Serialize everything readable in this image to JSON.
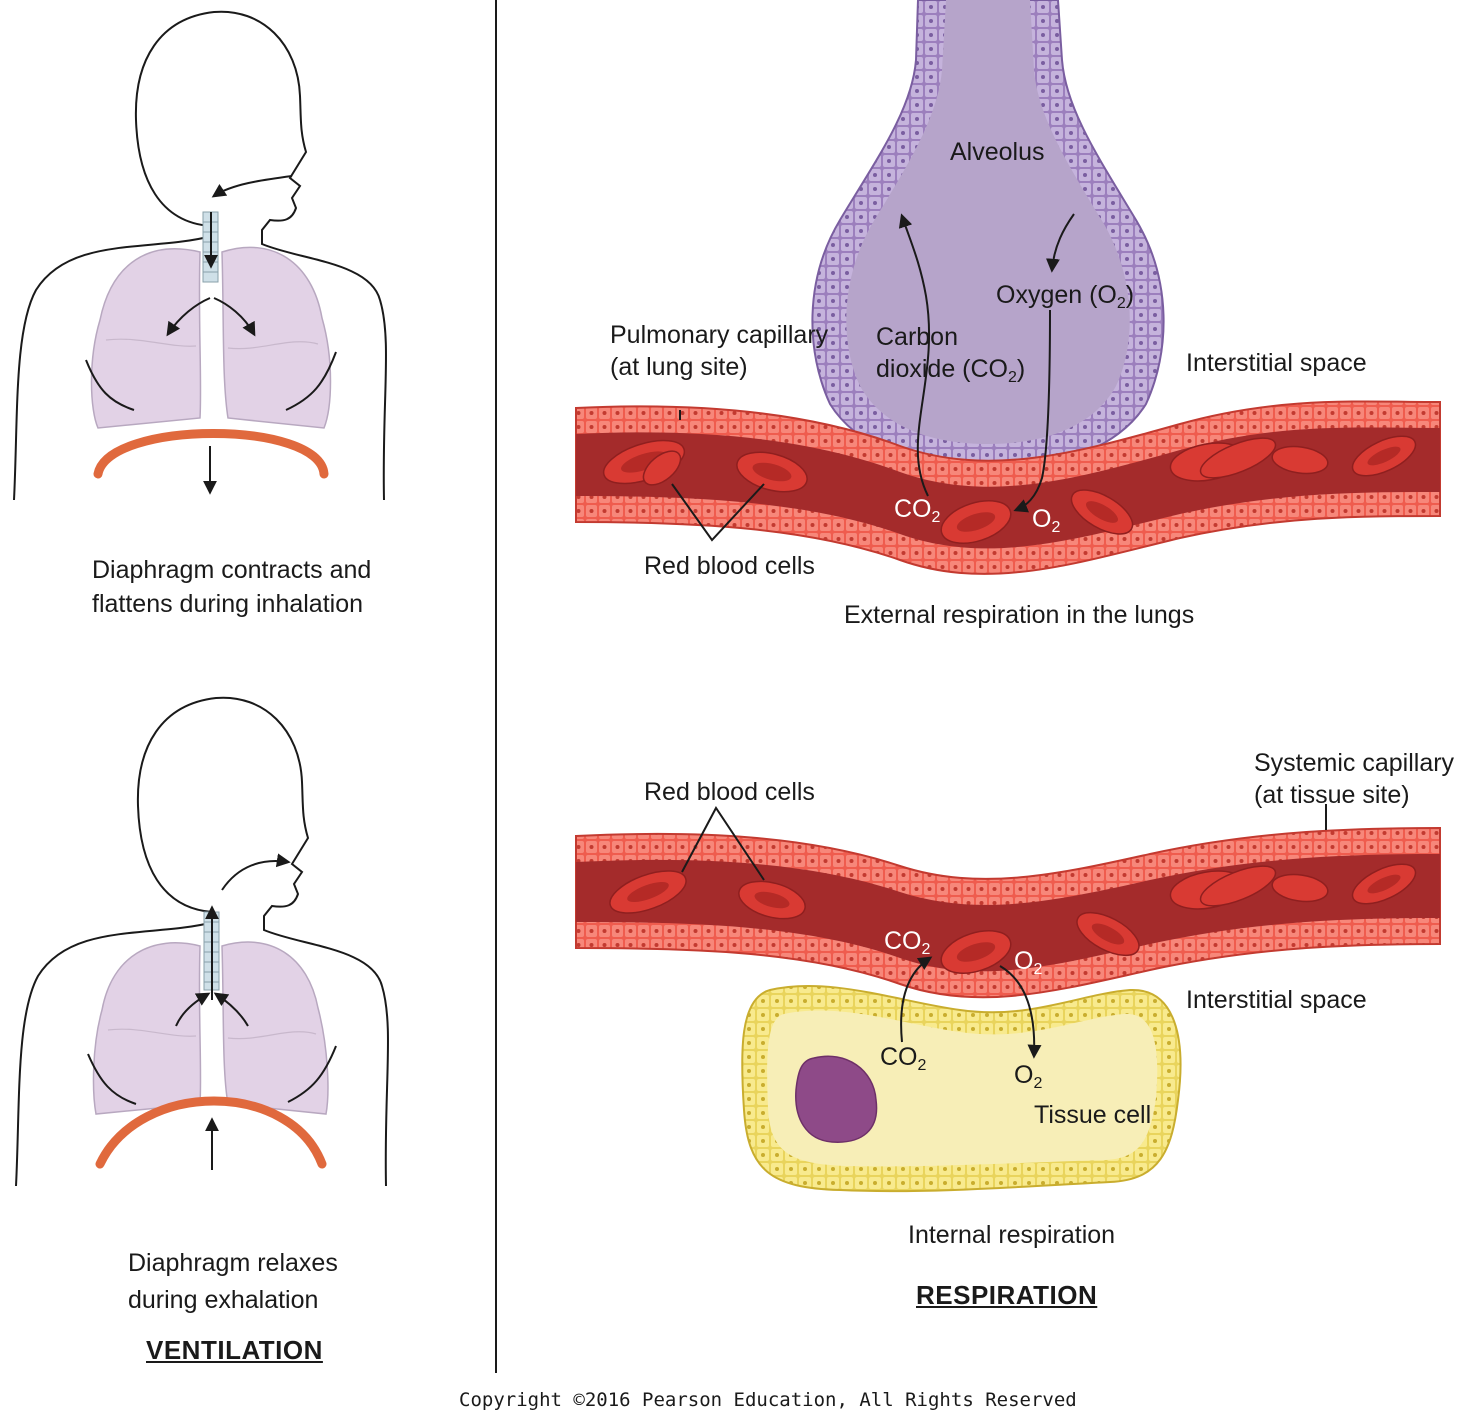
{
  "ventilation": {
    "heading": "VENTILATION",
    "inhalation_line1": "Diaphragm contracts and",
    "inhalation_line2": "flattens during inhalation",
    "exhalation_line1": "Diaphragm relaxes",
    "exhalation_line2": "during exhalation"
  },
  "respiration": {
    "heading": "RESPIRATION",
    "external": {
      "alveolus": "Alveolus",
      "oxygen_text": "Oxygen (O",
      "oxygen_close": ")",
      "carbon_line1": "Carbon",
      "carbon_line2": "dioxide (CO",
      "carbon_close": ")",
      "pulmonary_line1": "Pulmonary capillary",
      "pulmonary_line2": "(at lung site)",
      "interstitial": "Interstitial space",
      "red_blood_cells": "Red blood cells",
      "co2_text": "CO",
      "o2_text": "O",
      "caption": "External respiration in the lungs"
    },
    "internal": {
      "systemic_line1": "Systemic capillary",
      "systemic_line2": "(at tissue site)",
      "red_blood_cells": "Red blood cells",
      "co2_text": "CO",
      "o2_text": "O",
      "interstitial": "Interstitial space",
      "tissue_cell": "Tissue cell",
      "caption": "Internal respiration"
    },
    "subscript": "2"
  },
  "copyright": "Copyright ©2016 Pearson Education, All Rights Reserved",
  "colors": {
    "lung": "#e2d2e6",
    "diaphragm": "#e0693d",
    "alveolus": "#b6a4ca",
    "alveolus_wall": "#9c7fbd",
    "vessel_wall": "#ef5c4e",
    "blood": "#a42b2b",
    "rbc": "#d93a33",
    "tissue": "#f7eeb7",
    "tissue_wall": "#f0de6a",
    "nucleus": "#8e4a88"
  }
}
